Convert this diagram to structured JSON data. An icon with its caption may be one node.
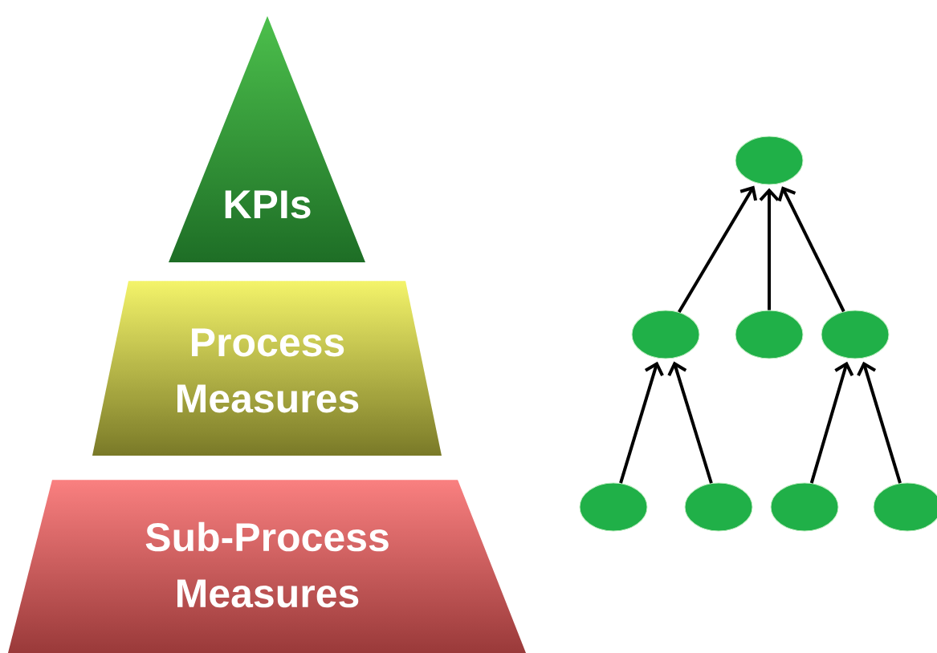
{
  "diagram": {
    "nodes": [
      {
        "text": [
          "KPIs"
        ]
      },
      {
        "text": [
          "Process Measures"
        ]
      },
      {
        "text": [
          "Sub-Process Measures"
        ]
      },
      {
        "text": [],
        "shape": "ellipse"
      },
      {
        "text": [],
        "shape": "ellipse"
      },
      {
        "text": [],
        "shape": "ellipse"
      },
      {
        "text": [],
        "shape": "ellipse"
      },
      {
        "text": [],
        "shape": "ellipse"
      },
      {
        "text": [],
        "shape": "ellipse"
      },
      {
        "text": [],
        "shape": "ellipse"
      },
      {
        "text": [],
        "shape": "ellipse"
      }
    ],
    "edges": [
      {
        "from": 4,
        "to": 3,
        "arrow": "to"
      },
      {
        "from": 5,
        "to": 3,
        "arrow": "to"
      },
      {
        "from": 6,
        "to": 3,
        "arrow": "to"
      },
      {
        "from": 7,
        "to": 4,
        "arrow": "to"
      },
      {
        "from": 8,
        "to": 4,
        "arrow": "to"
      },
      {
        "from": 9,
        "to": 6,
        "arrow": "to"
      },
      {
        "from": 10,
        "to": 6,
        "arrow": "to"
      }
    ]
  }
}
